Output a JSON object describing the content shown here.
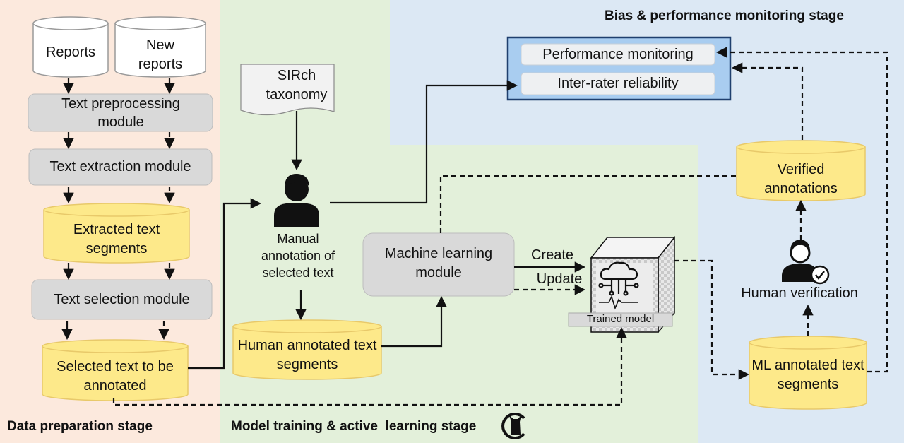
{
  "stages": {
    "data_preparation": "Data preparation stage",
    "model_training": "Model training & active  learning stage",
    "bias_monitoring": "Bias & performance monitoring stage"
  },
  "databases": {
    "reports": "Reports",
    "new_reports": "New reports",
    "extracted_segments": "Extracted text segments",
    "selected_text": "Selected text to be annotated",
    "human_annotated": "Human annotated text segments",
    "verified": "Verified annotations",
    "ml_annotated": "ML annotated text segments"
  },
  "modules": {
    "preprocessing": "Text preprocessing module",
    "extraction": "Text extraction module",
    "selection": "Text selection module",
    "machine_learning": "Machine learning module"
  },
  "taxonomy": "SIRch taxonomy",
  "manual_annotation": "Manual annotation of selected text",
  "trained_model": "Trained model",
  "human_verification": "Human verification",
  "monitoring": {
    "performance": "Performance monitoring",
    "reliability": "Inter-rater reliability"
  },
  "edge_labels": {
    "create": "Create",
    "update": "Update"
  },
  "icons": [
    "database-icon",
    "document-icon",
    "person-icon",
    "verified-person-icon",
    "cloud-chip-icon",
    "cat-icon"
  ],
  "colors": {
    "data_prep_bg": "#fce9dd",
    "model_training_bg": "#e3f0da",
    "monitoring_bg": "#dce8f4",
    "database_fill": "#fde98a",
    "module_fill": "#d9d9d9",
    "monitor_panel": "#a9cdf0"
  }
}
